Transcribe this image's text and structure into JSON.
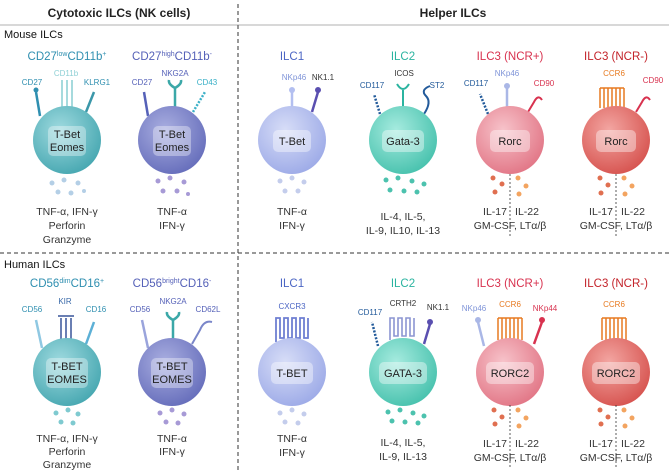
{
  "headers": {
    "left": "Cytotoxic ILCs (NK cells)",
    "right": "Helper ILCs"
  },
  "sections": {
    "mouse": "Mouse ILCs",
    "human": "Human ILCs"
  },
  "mouse": {
    "nk1": {
      "title_a": "CD27",
      "title_a_sup": "low",
      "title_b": "CD11b",
      "title_b_sup": "+",
      "receptors": [
        "CD27",
        "CD11b",
        "KLRG1"
      ],
      "tf": [
        "T-Bet",
        "Eomes"
      ],
      "outputs": [
        "TNF-α, IFN-γ",
        "Perforin",
        "Granzyme"
      ]
    },
    "nk2": {
      "title_a": "CD27",
      "title_a_sup": "high",
      "title_b": "CD11b",
      "title_b_sup": "-",
      "receptors": [
        "CD27",
        "NKG2A",
        "CD43"
      ],
      "tf": [
        "T-Bet",
        "Eomes"
      ],
      "outputs": [
        "TNF-α",
        "IFN-γ"
      ]
    },
    "ilc1": {
      "title": "ILC1",
      "receptors": [
        "NKp46",
        "NK1.1"
      ],
      "tf": [
        "T-Bet"
      ],
      "outputs": [
        "TNF-α",
        "IFN-γ"
      ]
    },
    "ilc2": {
      "title": "ILC2",
      "receptors": [
        "ICOS",
        "CD117",
        "ST2"
      ],
      "tf": [
        "Gata-3"
      ],
      "outputs": [
        "IL-4, IL-5,",
        "IL-9, IL10, IL-13"
      ]
    },
    "ilc3p": {
      "title": "ILC3 (NCR+)",
      "receptors": [
        "NKp46",
        "CD117",
        "CD90"
      ],
      "tf": [
        "Rorc"
      ],
      "outputs_a": "IL-17",
      "outputs_b": "IL-22",
      "outputs_c": "GM-CSF, LTα/β"
    },
    "ilc3n": {
      "title": "ILC3 (NCR-)",
      "receptors": [
        "CCR6",
        "CD90"
      ],
      "tf": [
        "Rorc"
      ],
      "outputs_a": "IL-17",
      "outputs_b": "IL-22",
      "outputs_c": "GM-CSF, LTα/β"
    }
  },
  "human": {
    "nk1": {
      "title_a": "CD56",
      "title_a_sup": "dim",
      "title_b": "CD16",
      "title_b_sup": "+",
      "receptors": [
        "CD56",
        "KIR",
        "CD16"
      ],
      "tf": [
        "T-BET",
        "EOMES"
      ],
      "outputs": [
        "TNF-α, IFN-γ",
        "Perforin",
        "Granzyme"
      ]
    },
    "nk2": {
      "title_a": "CD56",
      "title_a_sup": "bright",
      "title_b": "CD16",
      "title_b_sup": "-",
      "receptors": [
        "CD56",
        "NKG2A",
        "CD62L"
      ],
      "tf": [
        "T-BET",
        "EOMES"
      ],
      "outputs": [
        "TNF-α",
        "IFN-γ"
      ]
    },
    "ilc1": {
      "title": "ILC1",
      "receptors": [
        "CXCR3"
      ],
      "tf": [
        "T-BET"
      ],
      "outputs": [
        "TNF-α",
        "IFN-γ"
      ]
    },
    "ilc2": {
      "title": "ILC2",
      "receptors": [
        "CRTH2",
        "CD117",
        "NK1.1"
      ],
      "tf": [
        "GATA-3"
      ],
      "outputs": [
        "IL-4, IL-5,",
        "IL-9, IL-13"
      ]
    },
    "ilc3p": {
      "title": "ILC3 (NCR+)",
      "receptors": [
        "CCR6",
        "NKp46",
        "NKp44"
      ],
      "tf": [
        "RORC2"
      ],
      "outputs_a": "IL-17",
      "outputs_b": "IL-22",
      "outputs_c": "GM-CSF, LTα/β"
    },
    "ilc3n": {
      "title": "ILC3 (NCR-)",
      "receptors": [
        "CCR6"
      ],
      "tf": [
        "RORC2"
      ],
      "outputs_a": "IL-17",
      "outputs_b": "IL-22",
      "outputs_c": "GM-CSF, LTα/β"
    }
  },
  "colors": {
    "nk1_cell": "#5cb9c0",
    "nk2_cell": "#7d86c9",
    "ilc1_cell": "#b3bff0",
    "ilc2_cell": "#5ecfbd",
    "ilc3p_cell": "#ee8f9d",
    "ilc3n_cell": "#e56a66",
    "nk1_title": "#2f8fb0",
    "nk2_title": "#5561b8",
    "ilc1_title": "#4c66c4",
    "ilc2_title": "#2bb4a0",
    "ilc3p_title": "#d8324f",
    "ilc3n_title": "#c3232a",
    "divider": "#333333"
  }
}
